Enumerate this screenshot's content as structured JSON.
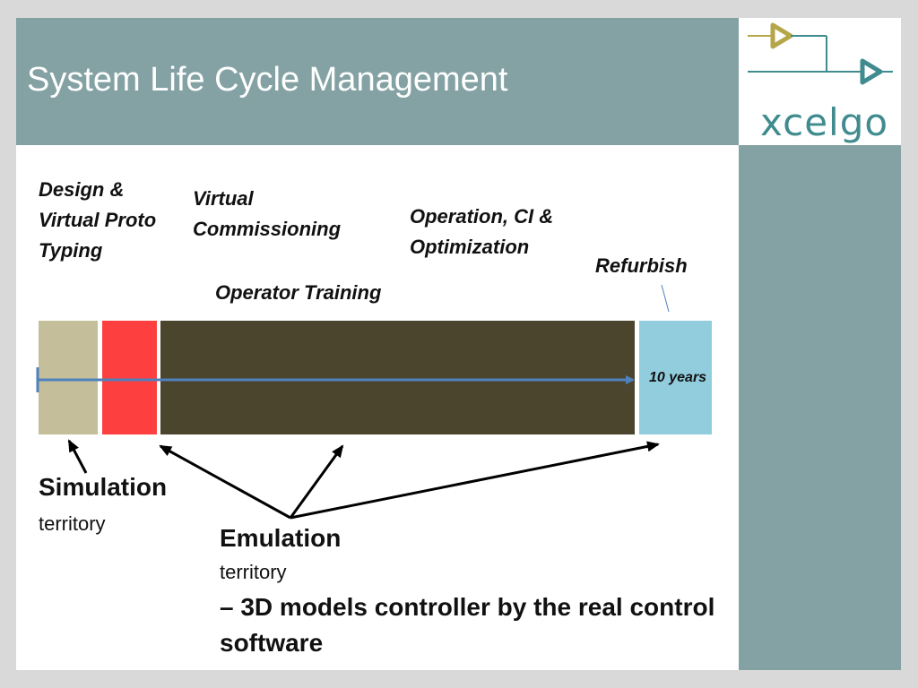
{
  "slide": {
    "title": "System Life Cycle Management"
  },
  "logo": {
    "text": "xcelgo",
    "color_teal": "#3f8b8e",
    "color_olive": "#b5a64a"
  },
  "phases": {
    "design_line1": "Design &",
    "design_line2": "Virtual Proto",
    "design_line3": "Typing",
    "vc_line1": "Virtual",
    "vc_line2": "Commissioning",
    "operation_line1": "Operation, CI &",
    "operation_line2": "Optimization",
    "refurbish": "Refurbish",
    "operator_training": "Operator Training"
  },
  "timeline": {
    "years_label": "10 years",
    "colors": {
      "design": "#c5be9a",
      "virtual_commissioning": "#fe3f3f",
      "operation": "#4b452d",
      "refurbish": "#92cddd",
      "arrow": "#4f81bd"
    }
  },
  "simulation": {
    "title": "Simulation",
    "subtitle": "territory"
  },
  "emulation": {
    "title": "Emulation",
    "subtitle": "territory",
    "description": "– 3D models controller by the real control software"
  },
  "theme": {
    "band_color": "#84a2a4",
    "background": "#d9d9d9"
  }
}
